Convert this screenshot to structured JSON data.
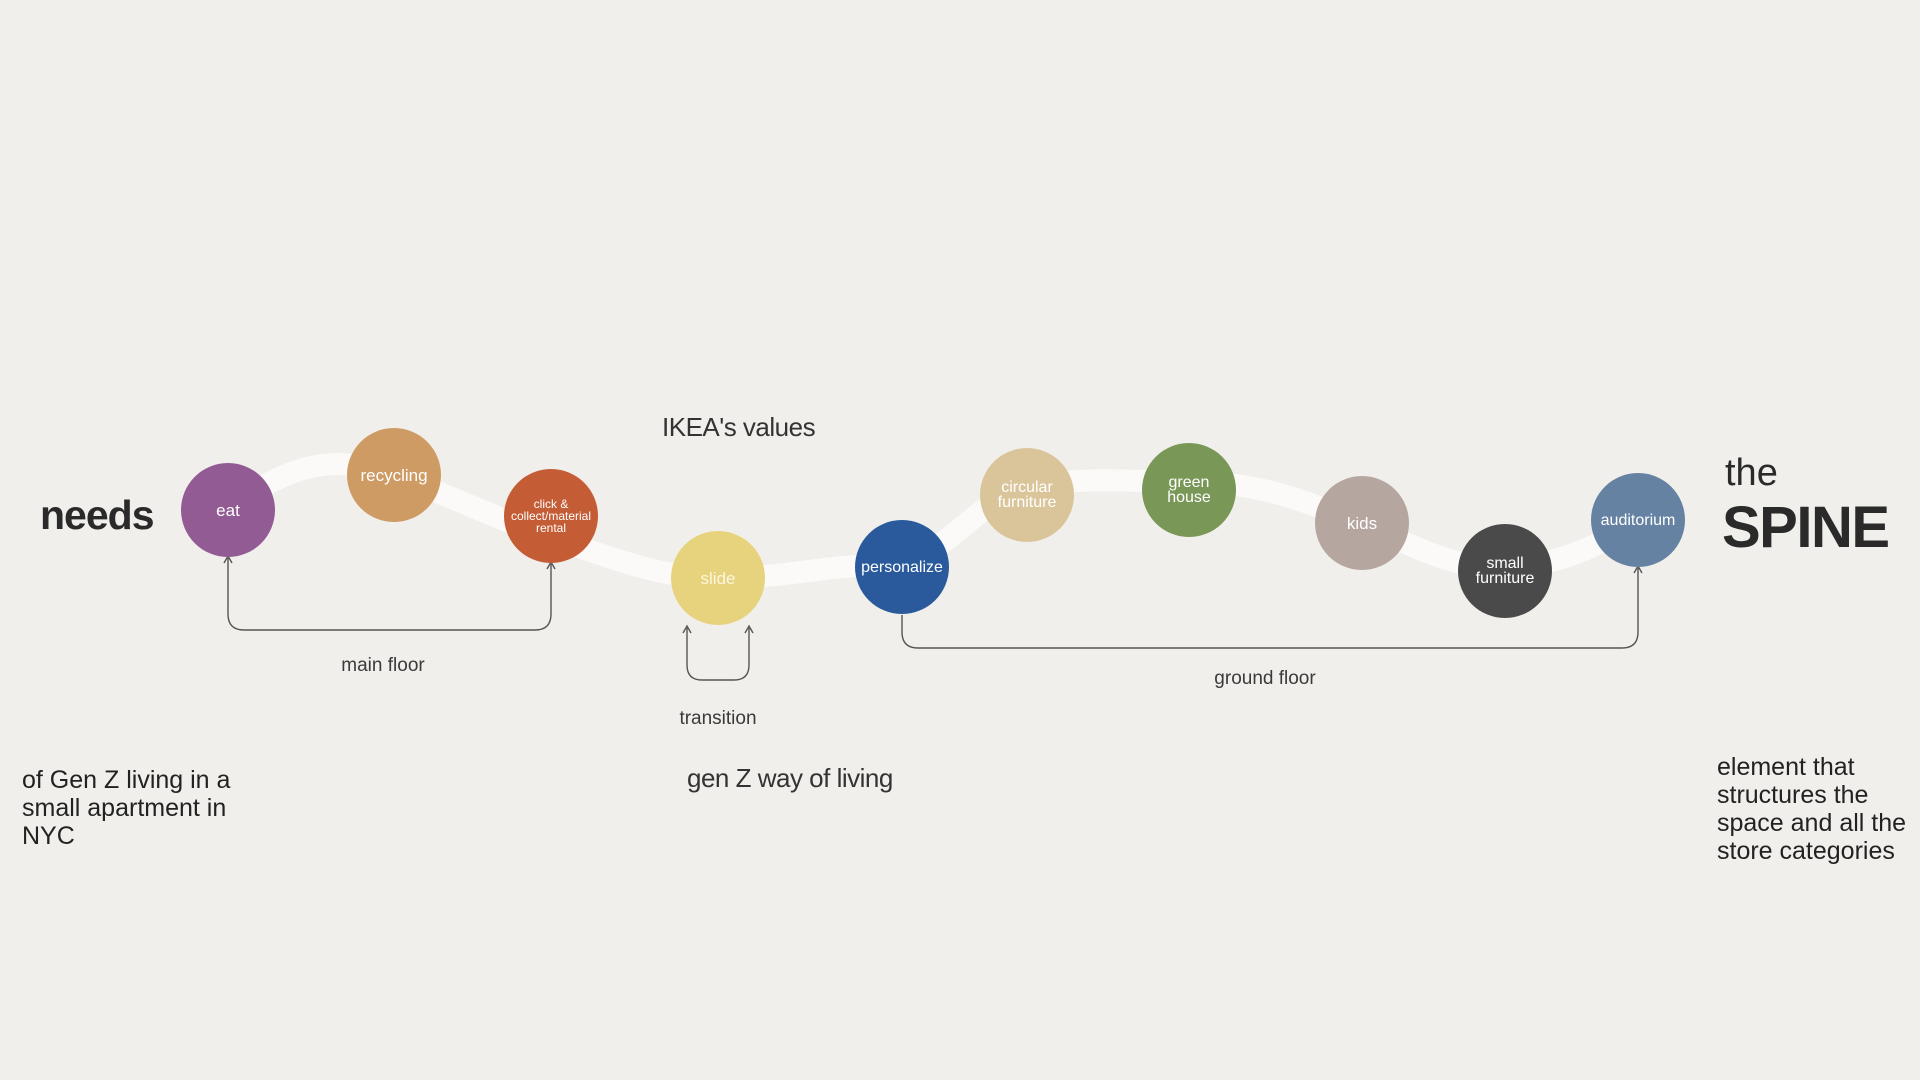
{
  "left_panel": {
    "heading": "needs",
    "description": "of Gen Z living in a\nsmall apartment in\nNYC"
  },
  "center": {
    "values_label": "IKEA's values",
    "genz_label": "gen Z way of living"
  },
  "right_panel": {
    "the": "the",
    "title": "SPINE",
    "description": "element that\nstructures the\nspace and all the\nstore categories"
  },
  "brackets": {
    "main_floor": "main floor",
    "transition": "transition",
    "ground_floor": "ground floor"
  },
  "nodes": [
    {
      "label": "eat",
      "color": "#925b94"
    },
    {
      "label": "recycling",
      "color": "#cf9b64"
    },
    {
      "label": "click &\ncollect/material\nrental",
      "color": "#c45c35"
    },
    {
      "label": "slide",
      "color": "#e7d27d"
    },
    {
      "label": "personalize",
      "color": "#2a5a9b"
    },
    {
      "label": "circular\nfurniture",
      "color": "#dac59b"
    },
    {
      "label": "green\nhouse",
      "color": "#799857"
    },
    {
      "label": "kids",
      "color": "#b6a6a0"
    },
    {
      "label": "small\nfurniture",
      "color": "#4b4a4a"
    },
    {
      "label": "auditorium",
      "color": "#6582a3"
    }
  ],
  "colors": {
    "background": "#f1efeb",
    "spine_path": "#fbfaf8",
    "bracket_line": "#555555"
  }
}
